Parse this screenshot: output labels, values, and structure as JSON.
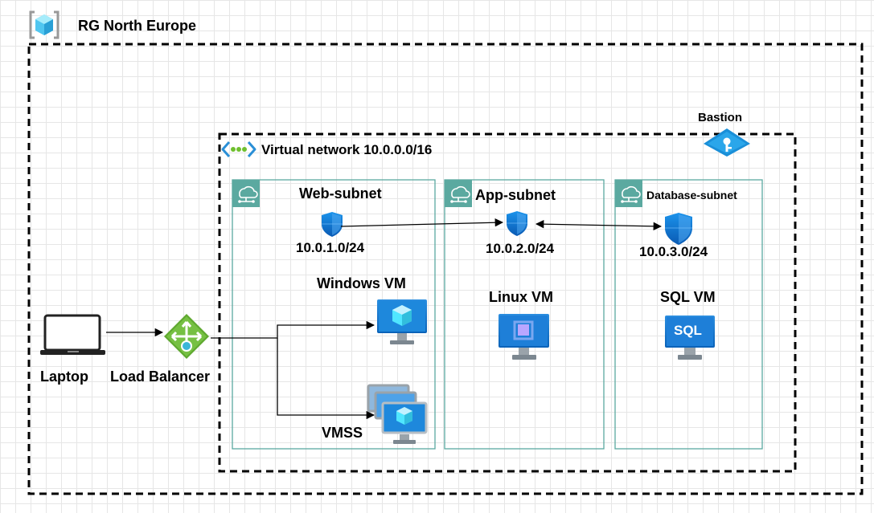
{
  "resource_group": {
    "label": "RG North Europe",
    "icon": "resource-group-icon"
  },
  "vnet": {
    "label": "Virtual network  10.0.0.0/16",
    "icon": "virtual-network-icon"
  },
  "bastion": {
    "label": "Bastion",
    "icon": "bastion-icon"
  },
  "subnets": [
    {
      "label": "Web-subnet",
      "cidr": "10.0.1.0/24",
      "icon": "subnet-icon",
      "shield_icon": "nsg-shield-icon"
    },
    {
      "label": "App-subnet",
      "cidr": "10.0.2.0/24",
      "icon": "subnet-icon",
      "shield_icon": "nsg-shield-icon"
    },
    {
      "label": "Database-subnet",
      "cidr": "10.0.3.0/24",
      "icon": "subnet-icon",
      "shield_icon": "nsg-shield-icon"
    }
  ],
  "nodes": {
    "laptop": {
      "label": "Laptop",
      "icon": "laptop-icon"
    },
    "load_balancer": {
      "label": "Load Balancer",
      "icon": "load-balancer-icon"
    },
    "windows_vm": {
      "label": "Windows VM",
      "icon": "virtual-machine-icon"
    },
    "vmss": {
      "label": "VMSS",
      "icon": "vm-scale-set-icon"
    },
    "linux_vm": {
      "label": "Linux VM",
      "icon": "virtual-machine-icon"
    },
    "sql_vm": {
      "label": "SQL VM",
      "icon": "sql-vm-icon",
      "badge": "SQL"
    }
  },
  "colors": {
    "azure_blue": "#0078d4",
    "light_blue": "#50e6ff",
    "subnet_border": "#5ba9a0",
    "lb_green": "#5ea82f",
    "gateway_teal": "#3bb6d8",
    "grid": "#e6e6e6"
  }
}
